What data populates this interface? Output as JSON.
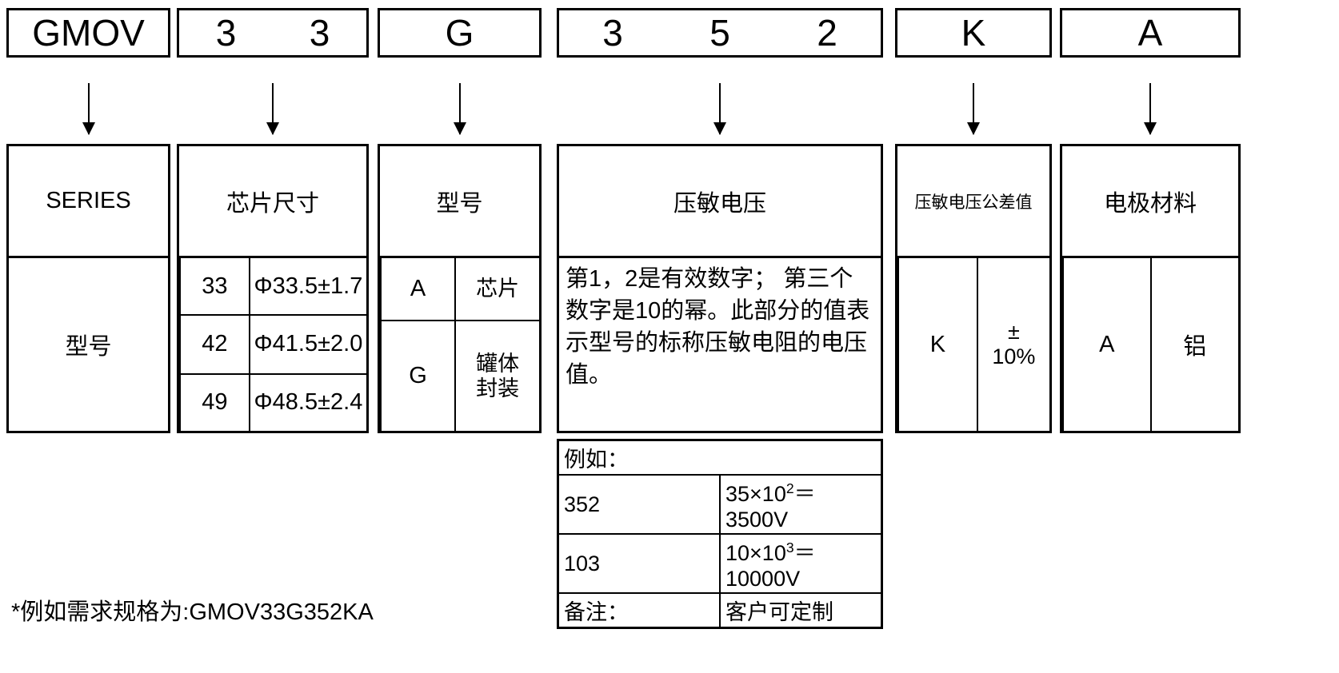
{
  "part_number": {
    "segments": [
      {
        "name": "series",
        "chars": [
          "GMOV"
        ]
      },
      {
        "name": "chip-size",
        "chars": [
          "3",
          "3"
        ]
      },
      {
        "name": "model",
        "chars": [
          "G"
        ]
      },
      {
        "name": "varistor-voltage",
        "chars": [
          "3",
          "5",
          "2"
        ]
      },
      {
        "name": "tolerance",
        "chars": [
          "K"
        ]
      },
      {
        "name": "electrode",
        "chars": [
          "A"
        ]
      }
    ]
  },
  "sections": {
    "series": {
      "header": "SERIES",
      "body_value": "型号"
    },
    "chip_size": {
      "header": "芯片尺寸",
      "rows": [
        {
          "code": "33",
          "dimension": "Φ33.5±1.7"
        },
        {
          "code": "42",
          "dimension": "Φ41.5±2.0"
        },
        {
          "code": "49",
          "dimension": "Φ48.5±2.4"
        }
      ]
    },
    "model": {
      "header": "型号",
      "rows": [
        {
          "code": "A",
          "desc": "芯片"
        },
        {
          "code": "G",
          "desc": "罐体\n封装"
        }
      ]
    },
    "varistor_voltage": {
      "header": "压敏电压",
      "description": "第1，2是有效数字； 第三个数字是10的幂。此部分的值表示型号的标称压敏电阻的电压值。",
      "example_label": "例如：",
      "examples": [
        {
          "code": "352",
          "calc_base": "35×10",
          "calc_exp": "2",
          "calc_result": "＝3500V"
        },
        {
          "code": "103",
          "calc_base": "10×10",
          "calc_exp": "3",
          "calc_result": "＝10000V"
        }
      ],
      "remark_label": "备注：",
      "remark_value": "客户可定制"
    },
    "tolerance": {
      "header": "压敏电压公差值",
      "rows": [
        {
          "code": "K",
          "value": "±\n10%"
        }
      ]
    },
    "electrode": {
      "header": "电极材料",
      "rows": [
        {
          "code": "A",
          "value": "铝"
        }
      ]
    }
  },
  "footnote": "*例如需求规格为:GMOV33G352KA",
  "colors": {
    "line": "#000000",
    "background": "#ffffff",
    "text": "#000000"
  }
}
